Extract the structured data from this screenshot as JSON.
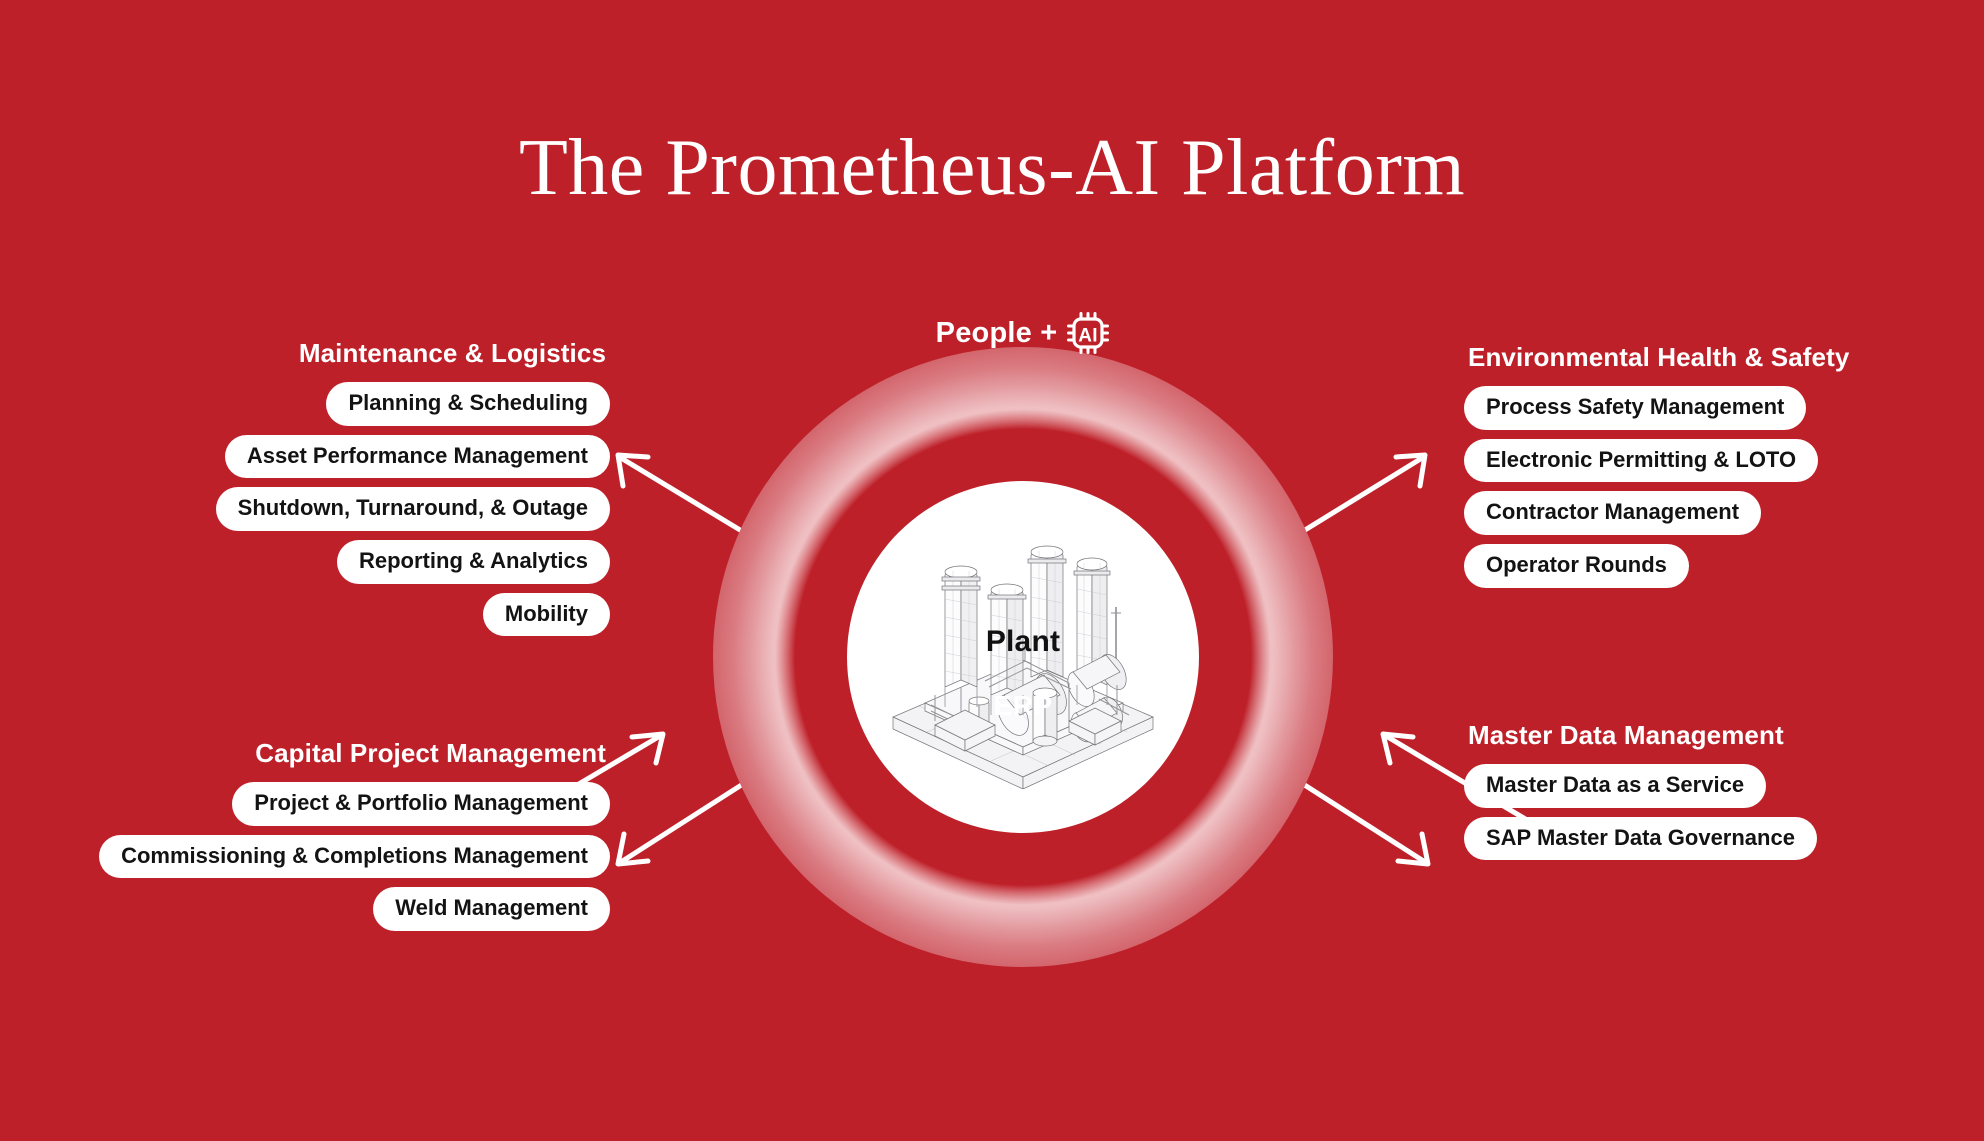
{
  "page": {
    "title": "The Prometheus-AI Platform",
    "background_color": "#be2029",
    "pill_color": "#ffffff",
    "pill_text_color": "#131313",
    "title_color": "#ffffff"
  },
  "hub": {
    "top_label": "People +",
    "top_icon_label": "AI",
    "top_icon_name": "ai-chip-icon",
    "center_label": "Plant",
    "bottom_label": "ERP",
    "center_image": "industrial-plant-wireframe-illustration",
    "ring_inner_color": "#e9a7ab",
    "ring_outer_color": "#be2029",
    "inner_disc_color": "#ffffff"
  },
  "blocks": [
    {
      "id": "maintenance-logistics",
      "title": "Maintenance & Logistics",
      "align": "right",
      "items": [
        "Planning & Scheduling",
        "Asset Performance Management",
        "Shutdown, Turnaround, & Outage",
        "Reporting & Analytics",
        "Mobility"
      ]
    },
    {
      "id": "capital-project-management",
      "title": "Capital Project Management",
      "align": "right",
      "items": [
        "Project & Portfolio Management",
        "Commissioning & Completions Management",
        "Weld Management"
      ]
    },
    {
      "id": "environmental-health-safety",
      "title": "Environmental Health & Safety",
      "align": "left",
      "items": [
        "Process Safety Management",
        "Electronic Permitting & LOTO",
        "Contractor Management",
        "Operator Rounds"
      ]
    },
    {
      "id": "master-data-management",
      "title": "Master Data Management",
      "align": "left",
      "items": [
        "Master Data as a Service",
        "SAP Master Data Governance"
      ]
    }
  ],
  "connectors": [
    {
      "name": "arrow-top-left",
      "direction": "double-headed"
    },
    {
      "name": "arrow-top-right",
      "direction": "double-headed"
    },
    {
      "name": "arrow-bottom-left",
      "direction": "double-headed"
    },
    {
      "name": "arrow-bottom-right",
      "direction": "double-headed"
    }
  ]
}
